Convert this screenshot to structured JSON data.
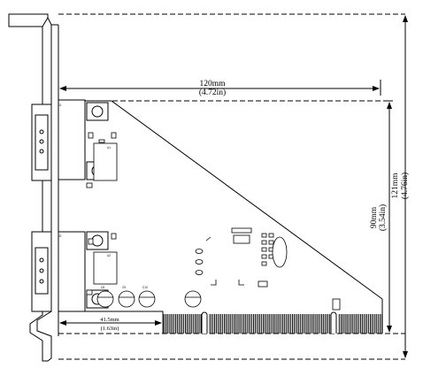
{
  "dimensions": {
    "width": {
      "metric": "120mm",
      "imperial": "(4.72in)"
    },
    "full_height": {
      "metric": "121mm",
      "imperial": "(4.76in)"
    },
    "board_height": {
      "metric": "90mm",
      "imperial": "(3.54in)"
    },
    "connector_offset": {
      "metric": "41.5mm",
      "imperial": "(1.63in)"
    }
  },
  "components": {
    "cap_labels": [
      "C8",
      "C9",
      "C10"
    ],
    "chip_labels": [
      "U1",
      "U2"
    ],
    "connector_labels": [
      "J1",
      "J2"
    ]
  },
  "colors": {
    "line": "#000000",
    "background": "#ffffff"
  }
}
